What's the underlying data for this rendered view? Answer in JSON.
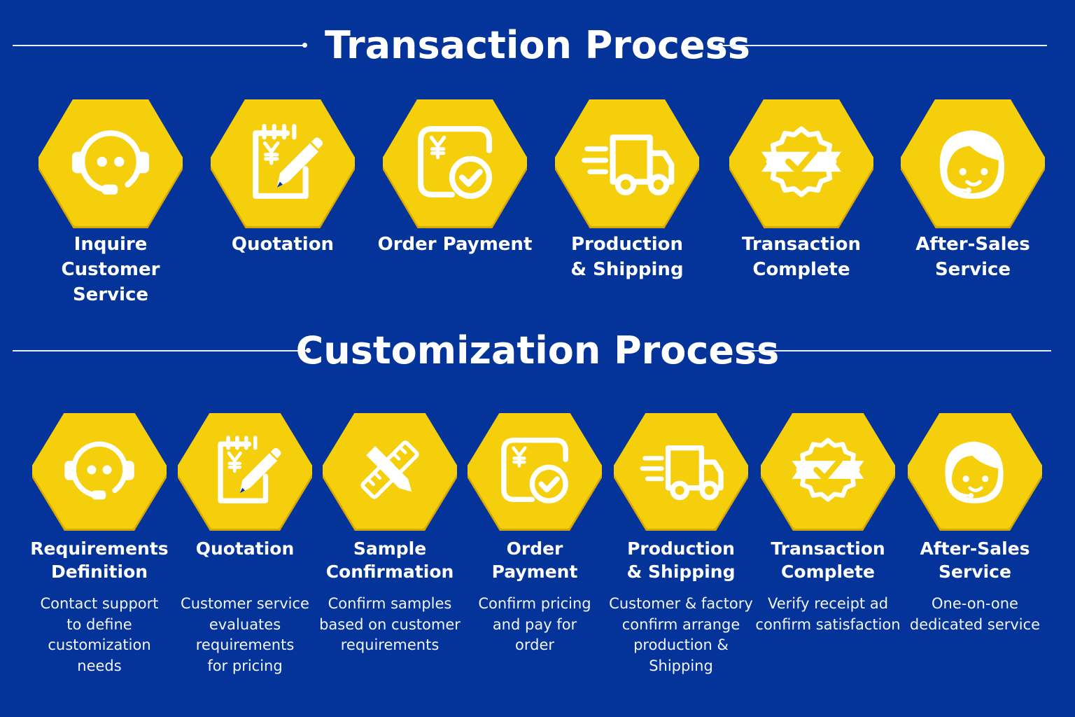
{
  "transaction": {
    "title": "Transaction Process",
    "steps": [
      {
        "label": "Inquire\nCustomer Service",
        "icon": "headset-icon"
      },
      {
        "label": "Quotation",
        "icon": "quotation-pad-icon"
      },
      {
        "label": "Order Payment",
        "icon": "payment-check-icon"
      },
      {
        "label": "Production\n& Shipping",
        "icon": "delivery-truck-icon"
      },
      {
        "label": "Transaction\nComplete",
        "icon": "badge-check-icon"
      },
      {
        "label": "After-Sales\nService",
        "icon": "support-agent-icon"
      }
    ]
  },
  "customization": {
    "title": "Customization Process",
    "steps": [
      {
        "label": "Requirements\nDefinition",
        "desc": "Contact support\nto define\ncustomization needs",
        "icon": "headset-icon"
      },
      {
        "label": "Quotation",
        "desc": "Customer service\nevaluates\nrequirements\nfor pricing",
        "icon": "quotation-pad-icon"
      },
      {
        "label": "Sample\nConfirmation",
        "desc": "Confirm samples\nbased on customer\nrequirements",
        "icon": "ruler-pencil-icon"
      },
      {
        "label": "Order\nPayment",
        "desc": "Confirm pricing\nand pay for\norder",
        "icon": "payment-check-icon"
      },
      {
        "label": "Production\n& Shipping",
        "desc": "Customer & factory\nconfirm arrange\nproduction & Shipping",
        "icon": "delivery-truck-icon"
      },
      {
        "label": "Transaction\nComplete",
        "desc": "Verify receipt ad\nconfirm satisfaction",
        "icon": "badge-check-icon"
      },
      {
        "label": "After-Sales\nService",
        "desc": "One-on-one\ndedicated service",
        "icon": "support-agent-icon"
      }
    ]
  },
  "colors": {
    "background": "#04339a",
    "hexagon": "#f6cf0c",
    "hexagon_shadow": "#d9a800",
    "icon": "#ffffff"
  }
}
